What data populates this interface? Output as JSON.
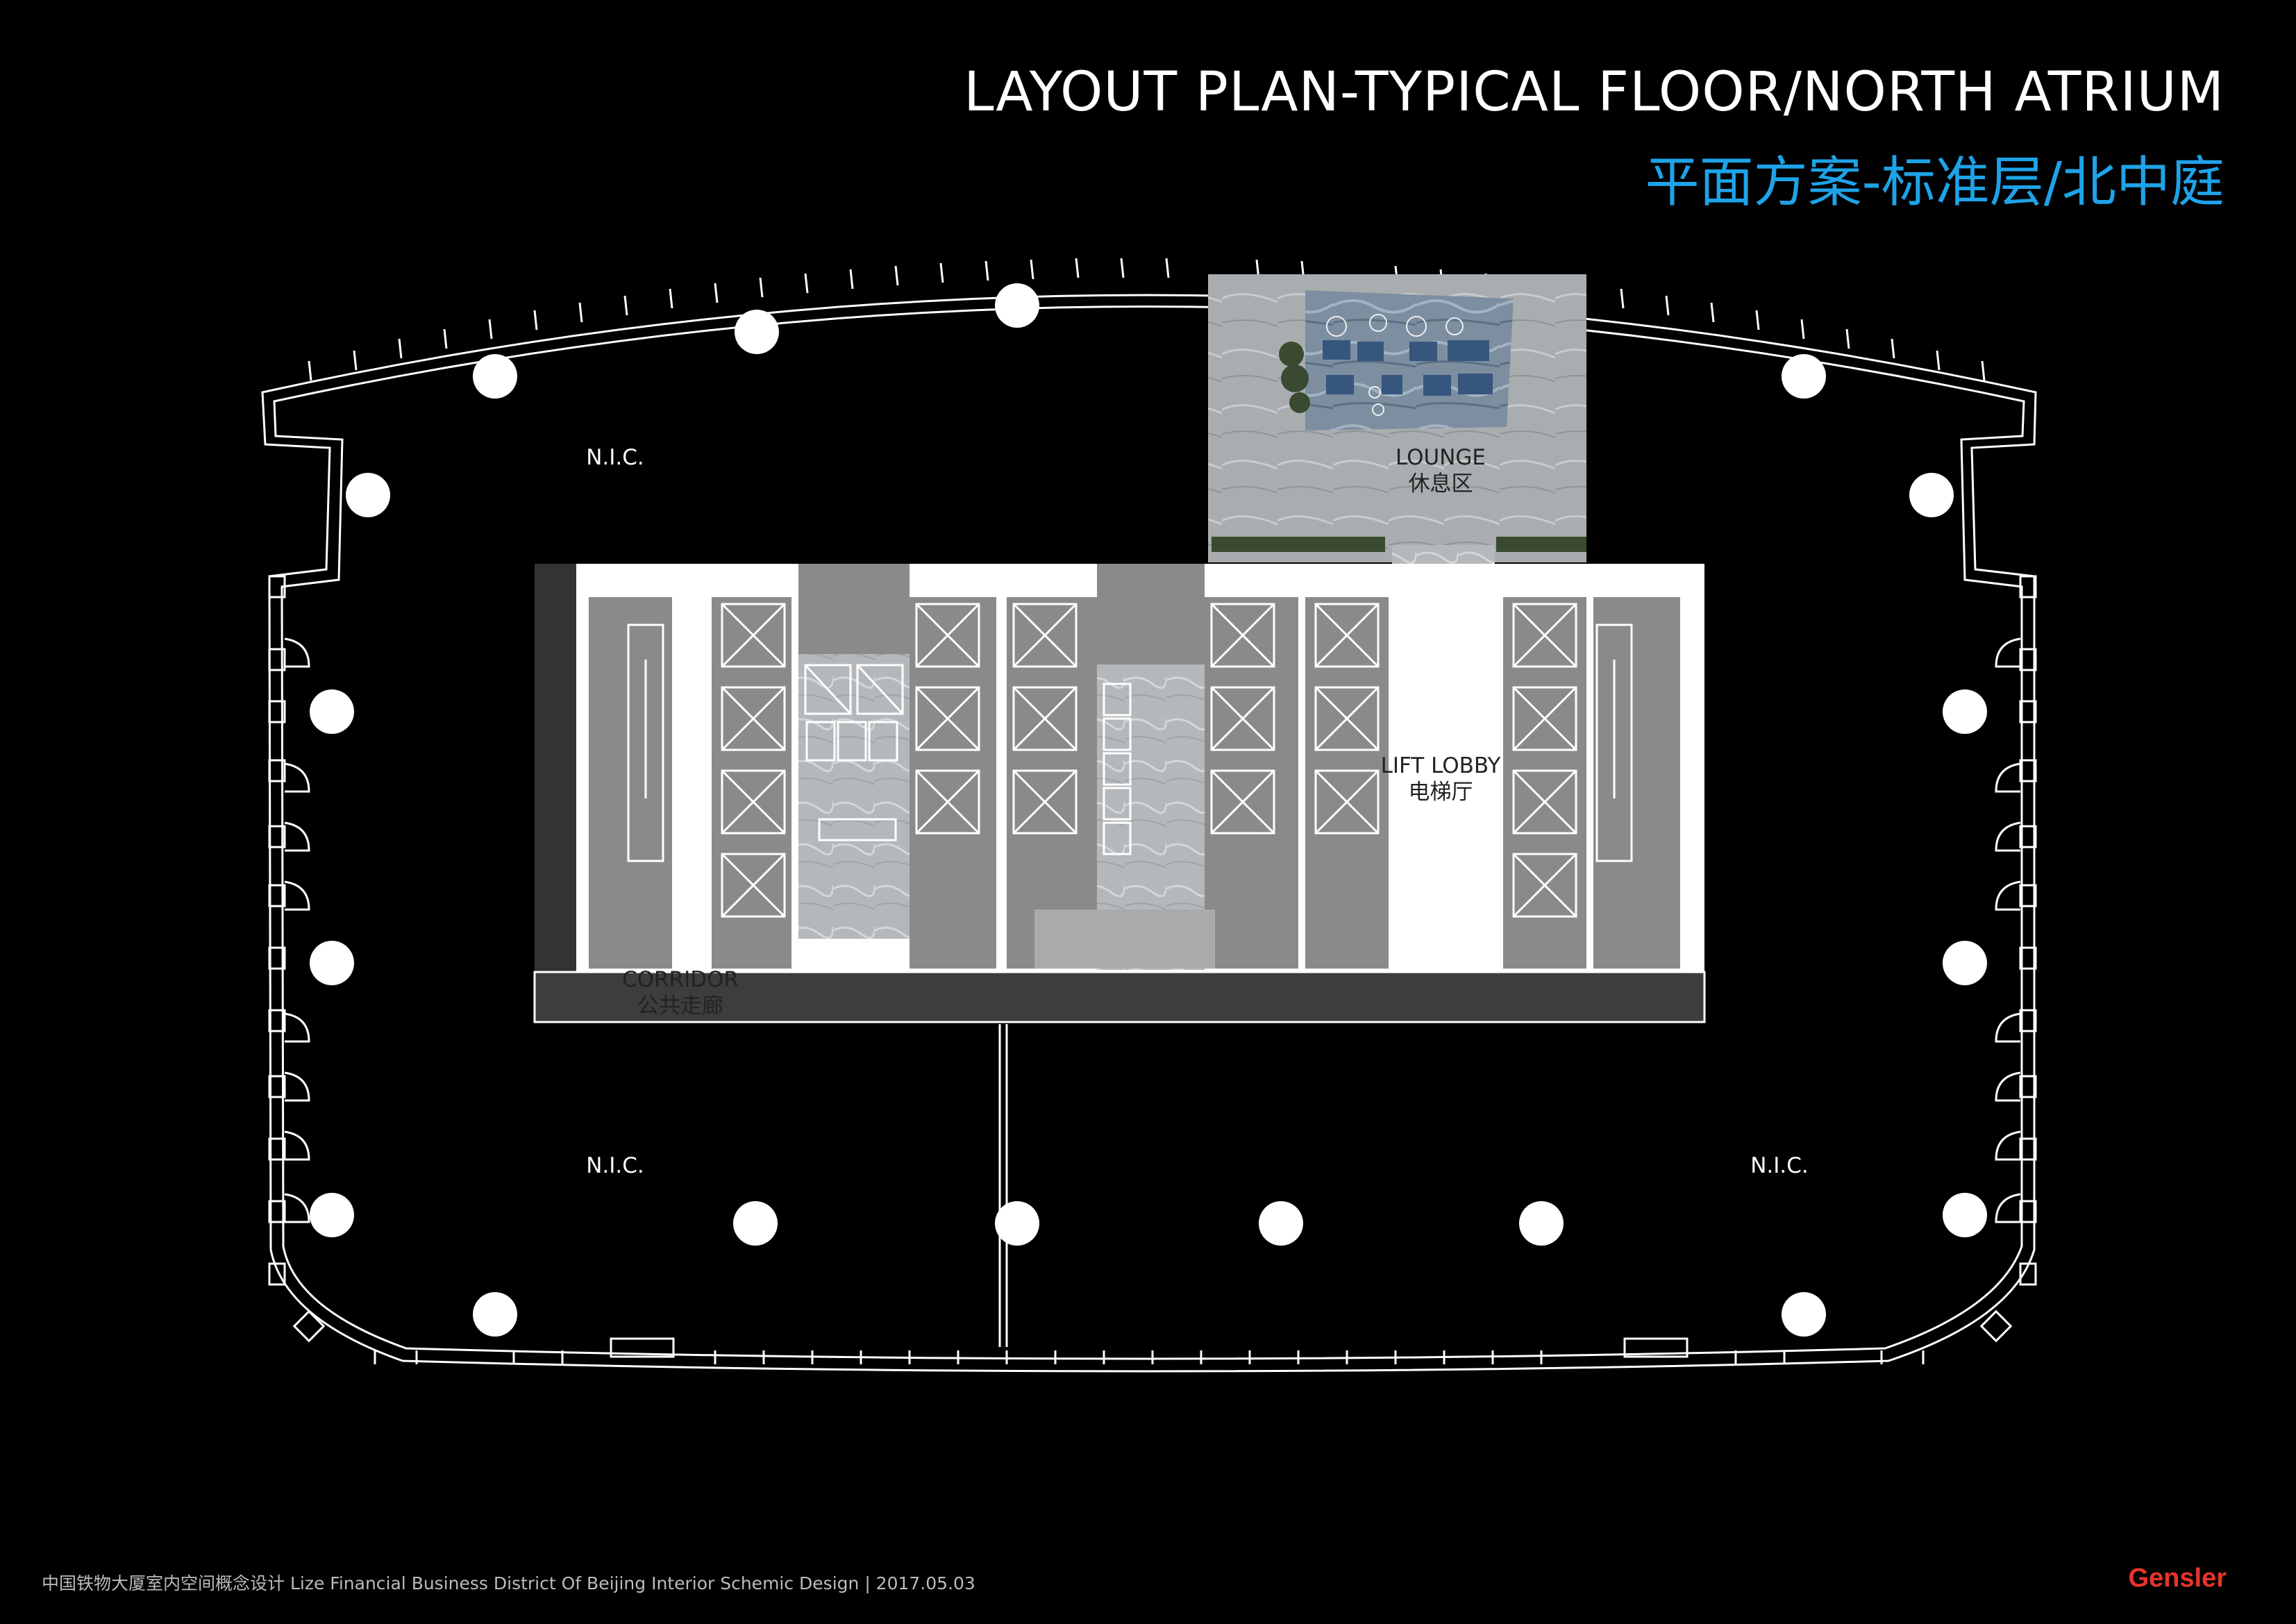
{
  "header": {
    "title_en": "LAYOUT PLAN-TYPICAL FLOOR/NORTH ATRIUM",
    "title_cn": "平面方案-标准层/北中庭"
  },
  "plan": {
    "labels": {
      "nic_top_left": "N.I.C.",
      "nic_bottom_left": "N.I.C.",
      "nic_bottom_right": "N.I.C.",
      "lounge_en": "LOUNGE",
      "lounge_cn": "休息区",
      "lift_lobby_en": "LIFT LOBBY",
      "lift_lobby_cn": "电梯厅",
      "corridor_en": "CORRIDOR",
      "corridor_cn": "公共走廊"
    },
    "colors": {
      "background": "#000000",
      "outline": "#ffffff",
      "core_white": "#ffffff",
      "core_gray": "#8a8a8a",
      "lobby_gray": "#b9bdbf",
      "accent_blue": "#1ea3e8"
    }
  },
  "footer": {
    "text": "中国铁物大厦室内空间概念设计 Lize Financial Business District  Of Beijing  Interior Schemic Design | 2017.05.03",
    "brand": "Gensler"
  }
}
